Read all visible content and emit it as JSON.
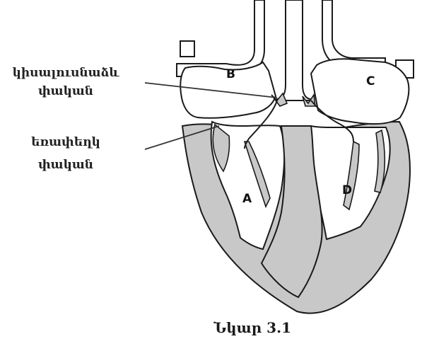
{
  "labels": {
    "semilunar_valve_line1": "կիսալուսնաձև",
    "semilunar_valve_line2": "փական",
    "av_valve_line1": "եռափեղկ",
    "av_valve_line2": "փական"
  },
  "chambers": {
    "a": "A",
    "b": "B",
    "c": "C",
    "d": "D"
  },
  "caption": "Նկար 3.1",
  "colors": {
    "tissue_fill": "#c8c8c8",
    "outline": "#1a1a1a",
    "background": "#ffffff"
  }
}
